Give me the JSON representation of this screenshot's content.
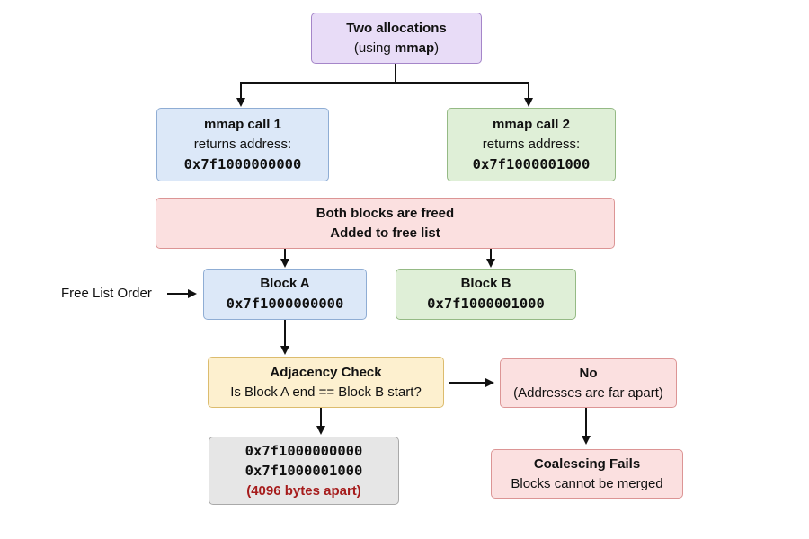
{
  "root": {
    "title": "Two allocations",
    "subtitle_pre": "(using ",
    "subtitle_bold": "mmap",
    "subtitle_post": ")"
  },
  "mmap1": {
    "title": "mmap call 1",
    "line": "returns address:",
    "address": "0x7f1000000000"
  },
  "mmap2": {
    "title": "mmap call 2",
    "line": "returns address:",
    "address": "0x7f1000001000"
  },
  "freed": {
    "title": "Both blocks are freed",
    "subtitle": "Added to free list"
  },
  "free_list_label": "Free List Order",
  "block_a": {
    "title": "Block A",
    "address": "0x7f1000000000"
  },
  "block_b": {
    "title": "Block B",
    "address": "0x7f1000001000"
  },
  "adjacency": {
    "title": "Adjacency Check",
    "question": "Is Block A end == Block B start?"
  },
  "no": {
    "title": "No",
    "reason": "(Addresses are far apart)"
  },
  "compare": {
    "addr_a": "0x7f1000000000",
    "addr_b": "0x7f1000001000",
    "gap": "(4096 bytes apart)"
  },
  "result": {
    "title": "Coalescing Fails",
    "subtitle": "Blocks cannot be merged"
  },
  "colors": {
    "purple": "#e8dcf7",
    "blue": "#dce8f8",
    "green": "#dfefd7",
    "pink": "#fbe0e0",
    "yellow": "#fdf0cf",
    "gray": "#e6e6e6",
    "gap_text": "#a61c1c"
  }
}
